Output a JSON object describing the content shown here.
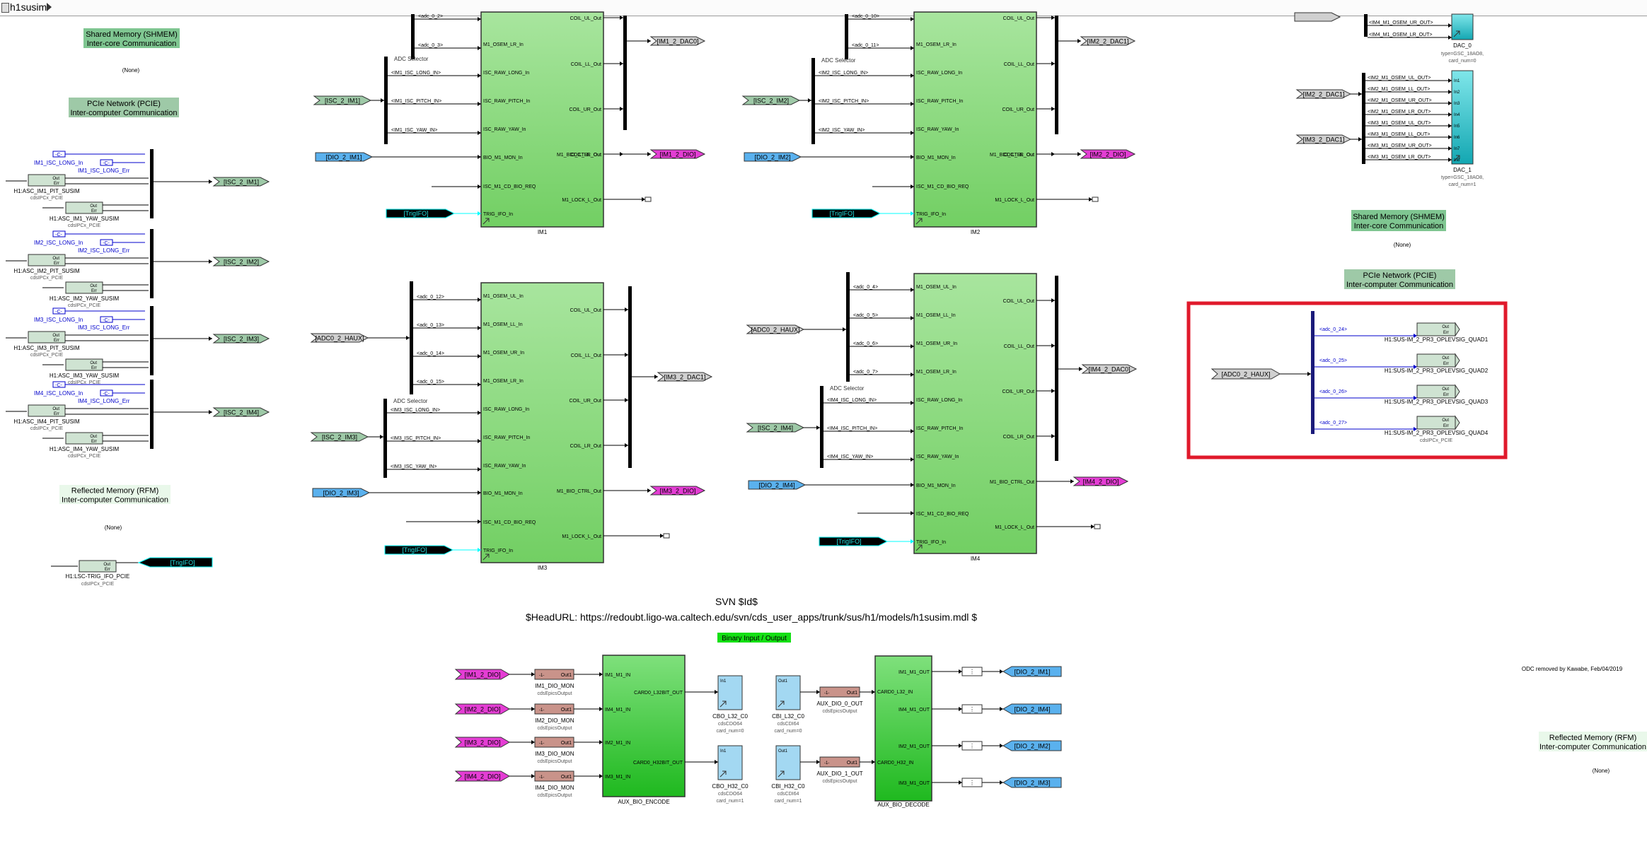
{
  "window": {
    "title": "h1susim"
  },
  "annotations": {
    "shmem_left_1": "Shared Memory (SHMEM)",
    "shmem_left_2": "Inter-core Communication",
    "none": "(None)",
    "pcie_left_1": "PCIe Network (PCIE)",
    "pcie_left_2": "Inter-computer Communication",
    "rfm_left_1": "Reflected Memory (RFM)",
    "rfm_left_2": "Inter-computer Communication",
    "shmem_right_1": "Shared Memory (SHMEM)",
    "shmem_right_2": "Inter-core Communication",
    "pcie_right_1": "PCIe Network (PCIE)",
    "pcie_right_2": "Inter-computer Communication",
    "rfm_right_1": "Reflected Memory (RFM)",
    "rfm_right_2": "Inter-computer Communication",
    "svn_id": "SVN $Id$",
    "svn_url": "$HeadURL: https://redoubt.ligo-wa.caltech.edu/svn/cds_user_apps/trunk/sus/h1/models/h1susim.mdl $",
    "binary_io": "Binary Input / Output",
    "odc_note": "ODC removed by Kawabe, Feb/04/2019"
  },
  "pcie_left": {
    "groups": [
      {
        "c1": "IM1_ISC_LONG_In",
        "c2": "IM1_ISC_LONG_Err",
        "blk1": "H1:ASC_IM1_PIT_SUSIM",
        "blk2": "H1:ASC_IM1_YAW_SUSIM",
        "sub": "cdsIPCx_PCIE",
        "goto": "[ISC_2_IM1]"
      },
      {
        "c1": "IM2_ISC_LONG_In",
        "c2": "IM2_ISC_LONG_Err",
        "blk1": "H1:ASC_IM2_PIT_SUSIM",
        "blk2": "H1:ASC_IM2_YAW_SUSIM",
        "sub": "cdsIPCx_PCIE",
        "goto": "[ISC_2_IM2]"
      },
      {
        "c1": "IM3_ISC_LONG_In",
        "c2": "IM3_ISC_LONG_Err",
        "blk1": "H1:ASC_IM3_PIT_SUSIM",
        "blk2": "H1:ASC_IM3_YAW_SUSIM",
        "sub": "cdsIPCx_PCIE",
        "goto": "[ISC_2_IM3]"
      },
      {
        "c1": "IM4_ISC_LONG_In",
        "c2": "IM4_ISC_LONG_Err",
        "blk1": "H1:ASC_IM4_PIT_SUSIM",
        "blk2": "H1:ASC_IM4_YAW_SUSIM",
        "sub": "cdsIPCx_PCIE",
        "goto": "[ISC_2_IM4]"
      }
    ],
    "c_const": "-C-",
    "port_out": "Out",
    "port_err": "Err"
  },
  "rfm_left": {
    "blk": "H1:LSC-TRIG_IFO_PCIE",
    "sub": "cdsIPCx_PCIE",
    "goto": "[TrigIFO]"
  },
  "im_blocks": [
    {
      "name": "IM1",
      "out_tag": "[IM1_2_DAC0]",
      "dio": "[IM1_2_DIO]",
      "isc_in": "[ISC_2_IM1]",
      "dio_in": "[DIO_2_IM1]",
      "adcs": [
        "<adc_0_2>",
        "<adc_0_3>"
      ],
      "isc_sig": [
        "<IM1_ISC_LONG_IN>",
        "<IM1_ISC_PITCH_IN>",
        "<IM1_ISC_YAW_IN>"
      ]
    },
    {
      "name": "IM2",
      "out_tag": "[IM2_2_DAC1]",
      "dio": "[IM2_2_DIO]",
      "isc_in": "[ISC_2_IM2]",
      "dio_in": "[DIO_2_IM2]",
      "adcs": [
        "<adc_0_10>",
        "<adc_0_11>"
      ],
      "isc_sig": [
        "<IM2_ISC_LONG_IN>",
        "<IM2_ISC_PITCH_IN>",
        "<IM2_ISC_YAW_IN>"
      ]
    },
    {
      "name": "IM3",
      "out_tag": "[IM3_2_DAC1]",
      "dio": "[IM3_2_DIO]",
      "isc_in": "[ISC_2_IM3]",
      "dio_in": "[DIO_2_IM3]",
      "haux": "[ADC0_2_HAUX]",
      "adcs": [
        "<adc_0_12>",
        "<adc_0_13>",
        "<adc_0_14>",
        "<adc_0_15>"
      ],
      "isc_sig": [
        "<IM3_ISC_LONG_IN>",
        "<IM3_ISC_PITCH_IN>",
        "<IM3_ISC_YAW_IN>"
      ]
    },
    {
      "name": "IM4",
      "out_tag": "[IM4_2_DAC0]",
      "dio": "[IM4_2_DIO]",
      "isc_in": "[ISC_2_IM4]",
      "dio_in": "[DIO_2_IM4]",
      "haux": "[ADC0_2_HAUX]",
      "adcs": [
        "<adc_0_4>",
        "<adc_0_5>",
        "<adc_0_6>",
        "<adc_0_7>"
      ],
      "isc_sig": [
        "<IM4_ISC_LONG_IN>",
        "<IM4_ISC_PITCH_IN>",
        "<IM4_ISC_YAW_IN>"
      ]
    }
  ],
  "im_ports": {
    "in_top2": [
      "M1_OSEM_LR_In"
    ],
    "in_full": [
      "M1_OSEM_UL_In",
      "M1_OSEM_LL_In",
      "M1_OSEM_UR_In",
      "M1_OSEM_LR_In",
      "ISC_RAW_LONG_In",
      "ISC_RAW_PITCH_In",
      "ISC_RAW_YAW_In",
      "BIO_M1_MON_In",
      "ISC_M1_CD_BIO_REQ",
      "TRIG_IFO_In"
    ],
    "out": [
      "COIL_UL_Out",
      "COIL_LL_Out",
      "COIL_UR_Out",
      "COIL_LR_Out",
      "M1_BIO_CTRL_Out",
      "M1_LOCK_L_Out"
    ],
    "adc_selector": "ADC Selector",
    "trig": "[TrigIFO]"
  },
  "dac": {
    "dac0_sigs": [
      "<IM4_M1_OSEM_UR_OUT>",
      "<IM4_M1_OSEM_LR_OUT>"
    ],
    "dac0_label": "DAC_0",
    "dac0_type": "type=GSC_18AO8,",
    "dac0_card": "card_num=0",
    "dac1_sigs": [
      "<IM2_M1_OSEM_UL_OUT>",
      "<IM2_M1_OSEM_LL_OUT>",
      "<IM2_M1_OSEM_UR_OUT>",
      "<IM2_M1_OSEM_LR_OUT>",
      "<IM3_M1_OSEM_UL_OUT>",
      "<IM3_M1_OSEM_LL_OUT>",
      "<IM3_M1_OSEM_UR_OUT>",
      "<IM3_M1_OSEM_LR_OUT>"
    ],
    "dac1_label": "DAC_1",
    "dac1_type": "type=GSC_18AO8,",
    "dac1_card": "card_num=1",
    "ins": [
      "In1",
      "In2",
      "In3",
      "In4",
      "In5",
      "In6",
      "In7",
      "In8"
    ],
    "from1": "[IM2_2_DAC1]",
    "from2": "[IM3_2_DAC1]"
  },
  "pcie_right": {
    "from": "[ADC0_2_HAUX]",
    "sigs": [
      "<adc_0_24>",
      "<adc_0_25>",
      "<adc_0_26>",
      "<adc_0_27>"
    ],
    "blocks": [
      "H1:SUS-IM_2_PR3_OPLEVSIG_QUAD1",
      "H1:SUS-IM_2_PR3_OPLEVSIG_QUAD2",
      "H1:SUS-IM_2_PR3_OPLEVSIG_QUAD3",
      "H1:SUS-IM_2_PR3_OPLEVSIG_QUAD4"
    ],
    "sub": "cdsIPCx_PCIE"
  },
  "bio": {
    "in_tags": [
      "[IM1_2_DIO]",
      "[IM2_2_DIO]",
      "[IM3_2_DIO]",
      "[IM4_2_DIO]"
    ],
    "mon_blocks": [
      "IM1_DIO_MON",
      "IM2_DIO_MON",
      "IM3_DIO_MON",
      "IM4_DIO_MON"
    ],
    "mon_sub": "cdsEpicsOutput",
    "enc_ins": [
      "IM1_M1_IN",
      "IM4_M1_IN",
      "IM2_M1_IN",
      "IM3_M1_IN"
    ],
    "enc_outs": [
      "CARD0_L32BIT_OUT",
      "CARD0_H32BIT_OUT"
    ],
    "enc_label": "AUX_BIO_ENCODE",
    "cbo": [
      "CBO_L32_C0",
      "CBO_H32_C0"
    ],
    "cbi": [
      "CBI_L32_C0",
      "CBI_H32_C0"
    ],
    "cdo_sub": "cdsCDO64",
    "cdi_sub": "cdsCDI64",
    "card0": "card_num=0",
    "card1": "card_num=1",
    "aux": [
      "AUX_DIO_0_OUT",
      "AUX_DIO_1_OUT"
    ],
    "dec_ins": [
      "CARD0_L32_IN",
      "CARD0_H32_IN"
    ],
    "dec_outs": [
      "IM1_M1_OUT",
      "IM4_M1_OUT",
      "IM2_M1_OUT",
      "IM3_M1_OUT"
    ],
    "dec_label": "AUX_BIO_DECODE",
    "out_tags": [
      "[DIO_2_IM1]",
      "[DIO_2_IM4]",
      "[DIO_2_IM2]",
      "[DIO_2_IM3]"
    ],
    "port_in1": "In1",
    "port_out1": "Out1",
    "const1": "-1-"
  },
  "colors": {
    "green_block": "#5fd35f",
    "dio_magenta": "#e43dd4",
    "dio_blue": "#5ab1ee",
    "isc_green": "#9ec9a7",
    "highlight": "#e0192b"
  }
}
